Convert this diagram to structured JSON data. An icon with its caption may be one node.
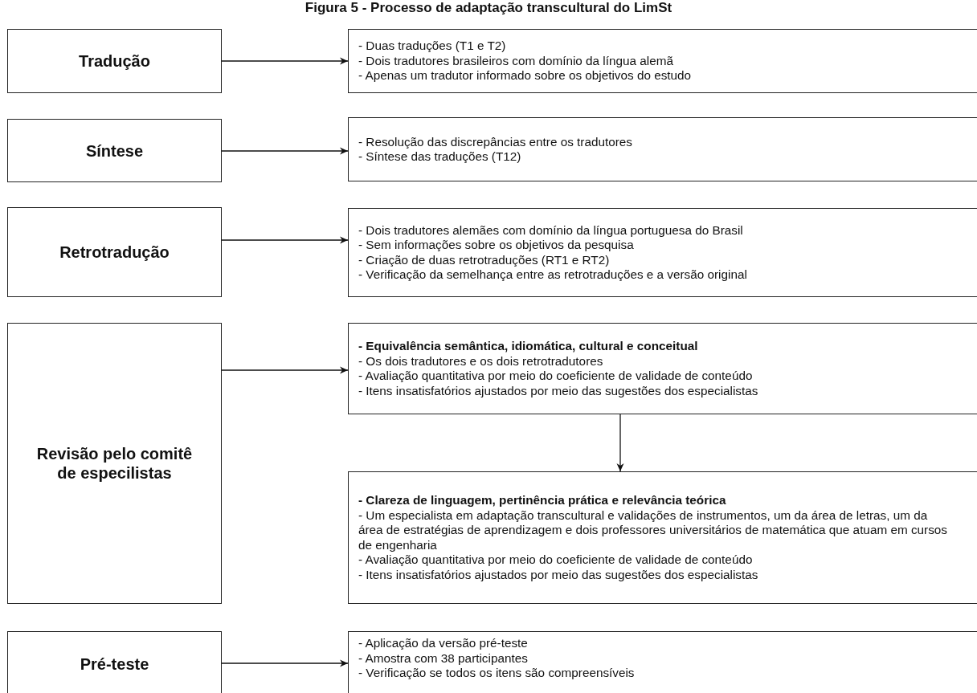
{
  "diagram": {
    "title": "Figura 5 - Processo de adaptação transcultural do LimSt",
    "nodes": [
      {
        "text": [
          "Tradução"
        ]
      },
      {
        "text": [
          "- Duas traduções (T1 e T2)",
          "- Dois tradutores brasileiros com domínio da língua alemã",
          "- Apenas um tradutor informado sobre os objetivos do estudo"
        ]
      },
      {
        "text": [
          "Síntese"
        ]
      },
      {
        "text": [
          "- Resolução das discrepâncias entre os tradutores",
          "- Síntese das traduções (T12)"
        ]
      },
      {
        "text": [
          "Retrotradução"
        ]
      },
      {
        "text": [
          "- Dois tradutores alemães com domínio da língua portuguesa do Brasil",
          "- Sem informações sobre os objetivos da pesquisa",
          "- Criação de duas retrotraduções (RT1 e  RT2)",
          "- Verificação da semelhança entre as retrotraduções e a versão original"
        ]
      },
      {
        "text": [
          "Revisão pelo comitê de especilistas"
        ]
      },
      {
        "text": [
          "- Equivalência semântica, idiomática, cultural e conceitual",
          "- Os dois tradutores e os dois retrotradutores",
          "- Avaliação quantitativa por meio do coeficiente de validade de conteúdo",
          "- Itens insatisfatórios ajustados por meio das sugestões dos especialistas"
        ]
      },
      {
        "text": [
          "- Clareza de linguagem, pertinência prática e relevância teórica",
          "- Um especialista em adaptação transcultural e validações de instrumentos, um da área de letras, um da área de estratégias de aprendizagem e dois professores universitários de matemática que atuam em cursos de engenharia",
          "- Avaliação quantitativa por meio do coeficiente de validade de conteúdo",
          "- Itens insatisfatórios ajustados por meio das sugestões dos especialistas"
        ]
      },
      {
        "text": [
          "Pré-teste"
        ]
      },
      {
        "text": [
          "- Aplicação da versão pré-teste",
          "- Amostra com 38 participantes",
          "- Verificação se todos os itens são compreensíveis"
        ]
      }
    ],
    "edges": [
      {
        "from": 0,
        "to": 1,
        "arrow": "to"
      },
      {
        "from": 2,
        "to": 3,
        "arrow": "to"
      },
      {
        "from": 4,
        "to": 5,
        "arrow": "to"
      },
      {
        "from": 6,
        "to": 7,
        "arrow": "to"
      },
      {
        "from": 7,
        "to": 8,
        "arrow": "to"
      },
      {
        "from": 9,
        "to": 10,
        "arrow": "to"
      }
    ]
  }
}
